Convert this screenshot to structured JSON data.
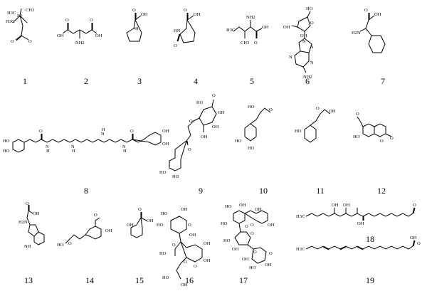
{
  "compounds": [
    {
      "number": "1"
    },
    {
      "number": "2"
    },
    {
      "number": "3"
    },
    {
      "number": "4"
    },
    {
      "number": "5"
    },
    {
      "number": "6"
    },
    {
      "number": "7"
    },
    {
      "number": "8"
    },
    {
      "number": "9"
    },
    {
      "number": "10"
    },
    {
      "number": "11"
    },
    {
      "number": "12"
    },
    {
      "number": "13"
    },
    {
      "number": "14"
    },
    {
      "number": "15"
    },
    {
      "number": "16"
    },
    {
      "number": "17"
    },
    {
      "number": "18"
    },
    {
      "number": "19"
    }
  ],
  "atom_labels": {
    "c1": [
      "H3C",
      "CH3",
      "N+",
      "H3C",
      "O",
      "O"
    ],
    "c2": [
      "O",
      "OH",
      "OH",
      "O",
      "NH2"
    ],
    "c3": [
      "O",
      "OH",
      "H"
    ],
    "c4": [
      "O",
      "OH",
      "HN",
      "O"
    ],
    "c5": [
      "NH2",
      "H3C",
      "CH3",
      "OH",
      "O"
    ],
    "c6": [
      "HO",
      "OH",
      "OH",
      "O",
      "N",
      "N",
      "N",
      "N",
      "NH2"
    ],
    "c7": [
      "O",
      "OH",
      "H2N"
    ],
    "c8": [
      "HO",
      "HO",
      "O",
      "N",
      "H",
      "N",
      "H",
      "N",
      "H",
      "N",
      "H",
      "O",
      "OH",
      "OH"
    ],
    "c9": [
      "HO",
      "O",
      "OH",
      "OH",
      "OH",
      "O",
      "O",
      "HO",
      "HO"
    ],
    "c10": [
      "HO",
      "O",
      "HO",
      "HO"
    ],
    "c11": [
      "O",
      "OH",
      "HO"
    ],
    "c12": [
      "O",
      "HO",
      "O",
      "O"
    ],
    "c13": [
      "O",
      "OH",
      "H2N",
      "NH"
    ],
    "c14": [
      "O",
      "HO",
      "O",
      "OH"
    ],
    "c15": [
      "O",
      "OH",
      "OH"
    ],
    "c16": [
      "HO",
      "OH",
      "HO",
      "O",
      "O",
      "OH",
      "OH",
      "HO",
      "O",
      "O",
      "OH",
      "HO",
      "OH"
    ],
    "c17": [
      "HO",
      "OH",
      "O",
      "OH",
      "HO",
      "OH",
      "O",
      "O",
      "HO",
      "O",
      "OH",
      "OH",
      "OH",
      "O",
      "HO"
    ],
    "c18": [
      "OH",
      "OH",
      "H3C",
      "OH",
      "O"
    ],
    "c19": [
      "H3C",
      "OH",
      "O"
    ]
  }
}
